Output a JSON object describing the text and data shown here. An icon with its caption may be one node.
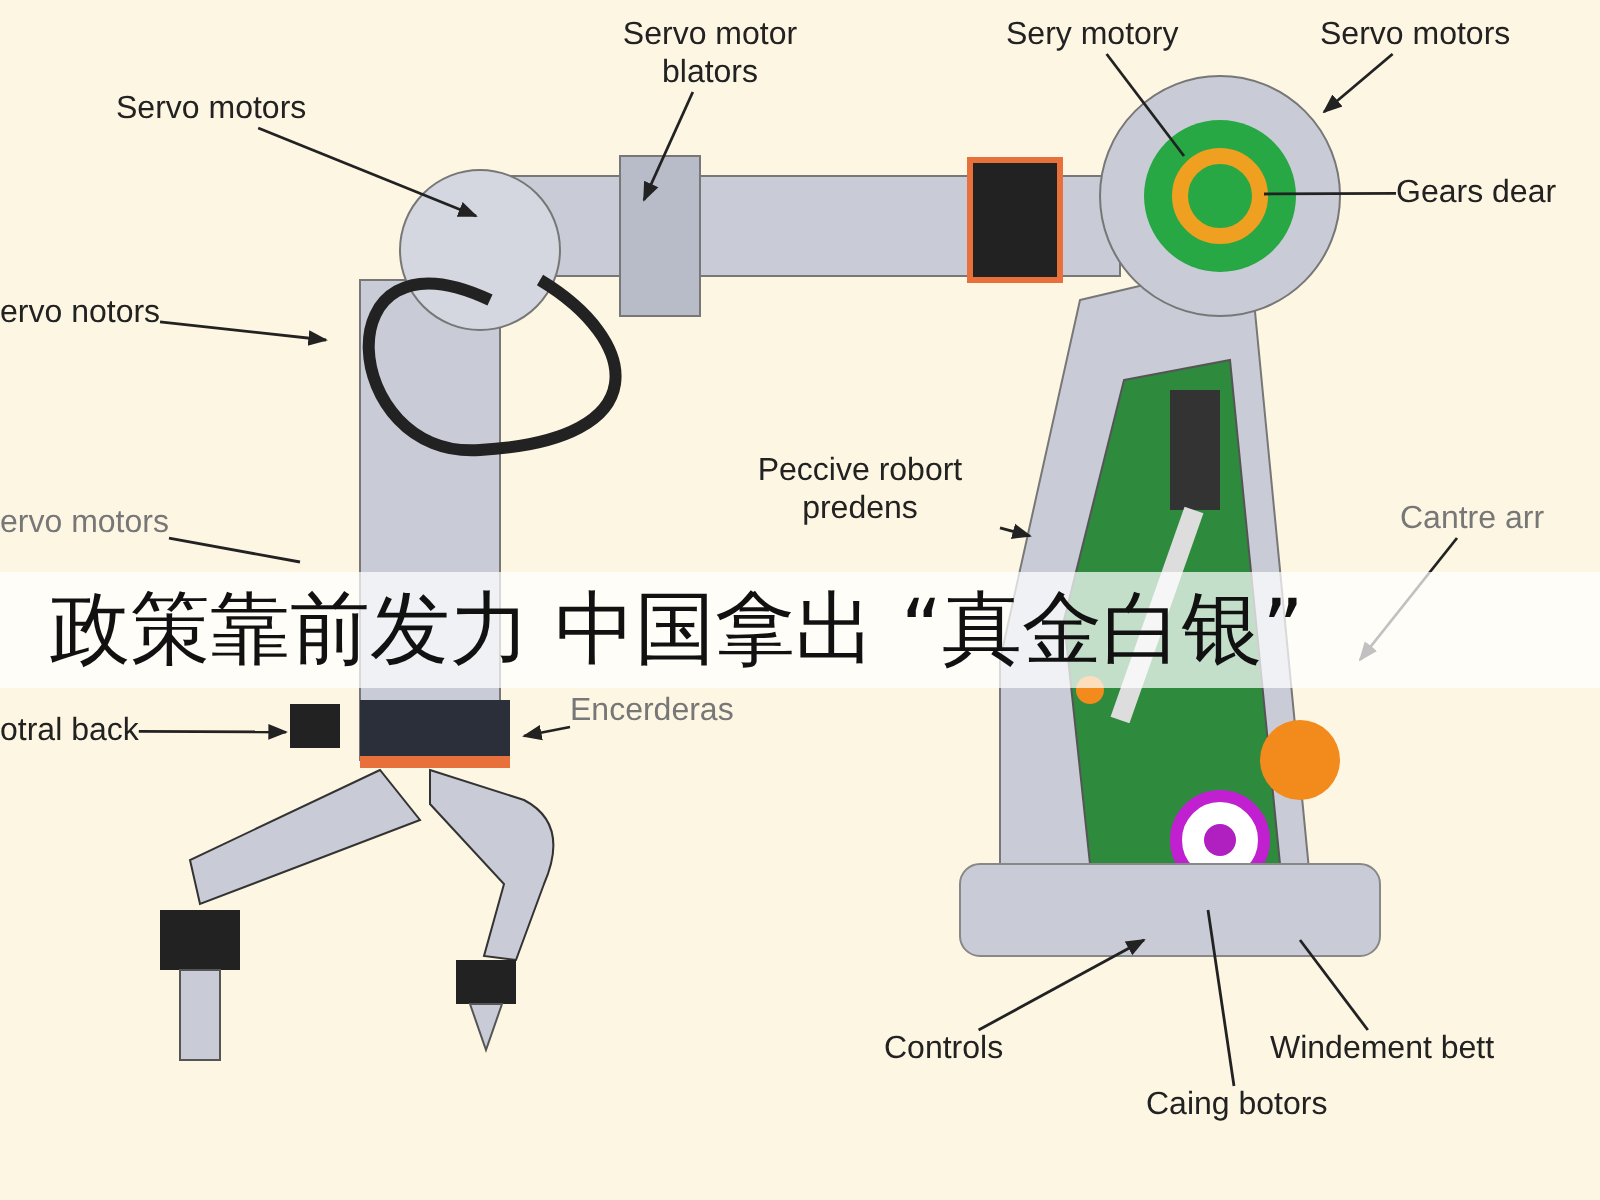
{
  "diagram": {
    "nodes": [
      {
        "text": [
          "Servo motor blators"
        ]
      },
      {
        "text": [
          "Sery motory"
        ]
      },
      {
        "text": [
          "Servo motors"
        ]
      },
      {
        "text": [
          "Servo motors"
        ]
      },
      {
        "text": [
          "Gears dear"
        ]
      },
      {
        "text": [
          "ervo notors"
        ]
      },
      {
        "text": [
          "Peccive robort predens"
        ]
      },
      {
        "text": [
          "ervo motors"
        ]
      },
      {
        "text": [
          "Cantre arr"
        ]
      },
      {
        "text": [
          "Encerderas"
        ]
      },
      {
        "text": [
          "otral back"
        ]
      },
      {
        "text": [
          "Controls"
        ]
      },
      {
        "text": [
          "Windement bett"
        ]
      },
      {
        "text": [
          "Caing botors"
        ]
      }
    ],
    "edges": [
      {
        "from": 0,
        "to": null,
        "arrow": "to"
      },
      {
        "from": 1,
        "to": null,
        "arrow": "none"
      },
      {
        "from": 2,
        "to": null,
        "arrow": "to"
      },
      {
        "from": 3,
        "to": null,
        "arrow": "to"
      },
      {
        "from": 4,
        "to": null,
        "arrow": "none"
      },
      {
        "from": 5,
        "to": null,
        "arrow": "to"
      },
      {
        "from": 6,
        "to": null,
        "arrow": "to"
      },
      {
        "from": 7,
        "to": null,
        "arrow": "none"
      },
      {
        "from": 8,
        "to": null,
        "arrow": "to"
      },
      {
        "from": 9,
        "to": null,
        "arrow": "to"
      },
      {
        "from": 10,
        "to": null,
        "arrow": "to"
      },
      {
        "from": 11,
        "to": null,
        "arrow": "to"
      },
      {
        "from": 12,
        "to": null,
        "arrow": "none"
      },
      {
        "from": 13,
        "to": null,
        "arrow": "none"
      }
    ],
    "labels": [
      "政策靠前发力 中国拿出 “真金白银”"
    ]
  }
}
